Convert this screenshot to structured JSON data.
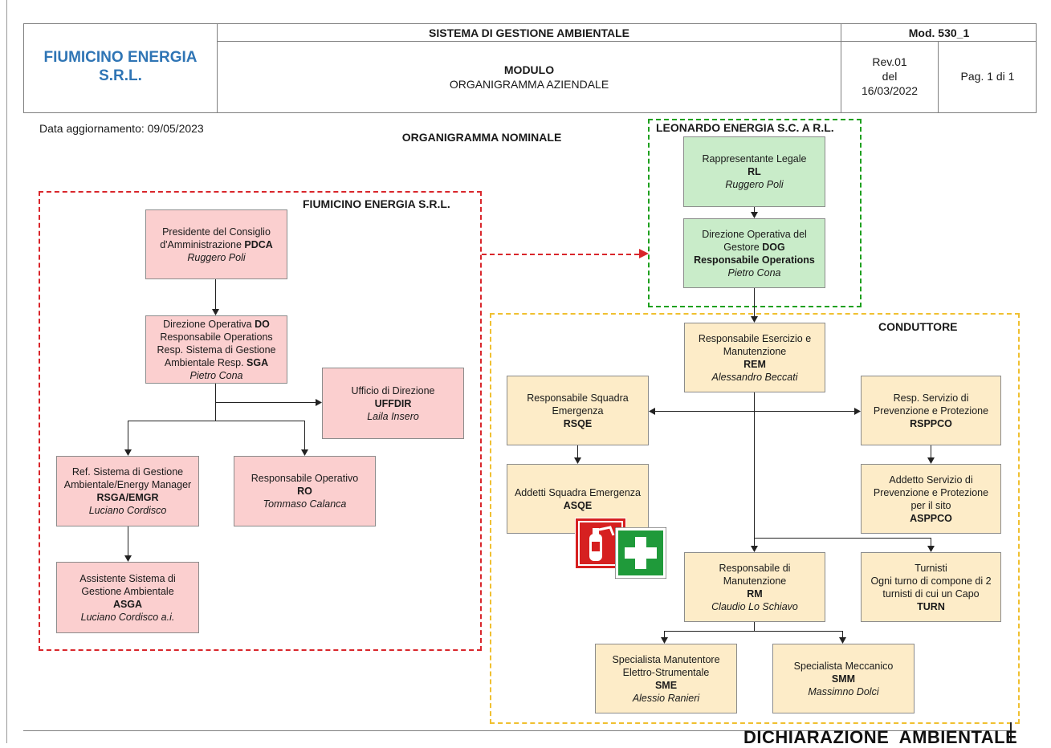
{
  "header": {
    "company": "FIUMICINO ENERGIA S.R.L.",
    "system_title": "SISTEMA DI GESTIONE AMBIENTALE",
    "module_code": "Mod. 530_1",
    "module_label": "MODULO",
    "module_name": "ORGANIGRAMMA AZIENDALE",
    "rev_line1": "Rev.01",
    "rev_line2": "del",
    "rev_line3": "16/03/2022",
    "page": "Pag. 1 di 1"
  },
  "update_date": "Data aggiornamento: 09/05/2023",
  "chart_title": "ORGANIGRAMMA NOMINALE",
  "groups": {
    "fiumicino": "FIUMICINO ENERGIA S.R.L.",
    "leonardo": "LEONARDO ENERGIA S.C. A R.L.",
    "conduttore": "CONDUTTORE"
  },
  "boxes": {
    "pdca": {
      "l1": "Presidente del Consiglio",
      "l2a": "d'Amministrazione ",
      "code": "PDCA",
      "name": "Ruggero Poli"
    },
    "do": {
      "l1a": "Direzione Operativa ",
      "code1": "DO",
      "l2": "Responsabile Operations",
      "l3": "Resp. Sistema di Gestione",
      "l4a": "Ambientale Resp. ",
      "code2": "SGA",
      "name": "Pietro Cona"
    },
    "uffdir": {
      "l1": "Ufficio di Direzione",
      "code": "UFFDIR",
      "name": "Laila Insero"
    },
    "rsga": {
      "l1": "Ref. Sistema di Gestione",
      "l2": "Ambientale/Energy Manager",
      "code": "RSGA/EMGR",
      "name": "Luciano Cordisco"
    },
    "ro": {
      "l1": "Responsabile Operativo",
      "code": "RO",
      "name": "Tommaso Calanca"
    },
    "asga": {
      "l1": "Assistente Sistema di",
      "l2": "Gestione Ambientale",
      "code": "ASGA",
      "name": "Luciano Cordisco a.i."
    },
    "rl": {
      "l1": "Rappresentante Legale",
      "code": "RL",
      "name": "Ruggero Poli"
    },
    "dog": {
      "l1": "Direzione Operativa del",
      "l2a": "Gestore  ",
      "code": "DOG",
      "l3": "Responsabile Operations",
      "name": "Pietro Cona"
    },
    "rem": {
      "l1": "Responsabile Esercizio e",
      "l2": "Manutenzione",
      "code": "REM",
      "name": "Alessandro Beccati"
    },
    "rsqe": {
      "l1": "Responsabile Squadra",
      "l2": "Emergenza",
      "code": "RSQE"
    },
    "rsppco": {
      "l1": "Resp. Servizio di",
      "l2": "Prevenzione e Protezione",
      "code": "RSPPCO"
    },
    "asqe": {
      "l1": "Addetti Squadra Emergenza",
      "code": "ASQE"
    },
    "asppco": {
      "l1": "Addetto Servizio di",
      "l2": "Prevenzione e Protezione",
      "l3": "per il sito",
      "code": "ASPPCO"
    },
    "rm": {
      "l1": "Responsabile di",
      "l2": "Manutenzione",
      "code": "RM",
      "name": "Claudio Lo Schiavo"
    },
    "turn": {
      "l1": "Turnisti",
      "l2": "Ogni turno di compone di 2",
      "l3": "turnisti di cui un Capo",
      "code": "TURN"
    },
    "sme": {
      "l1": "Specialista Manutentore",
      "l2": "Elettro-Strumentale",
      "code": "SME",
      "name": "Alessio Ranieri"
    },
    "smm": {
      "l1": "Specialista Meccanico",
      "code": "SMM",
      "name": "Massimno Dolci"
    }
  },
  "footer_text": "DICHIARAZIONE  AMBIENTALE",
  "colors": {
    "brand_blue": "#2f75b5",
    "red_dash": "#d9262b",
    "green_dash": "#1ea01e",
    "yellow_dash": "#f0c030"
  }
}
